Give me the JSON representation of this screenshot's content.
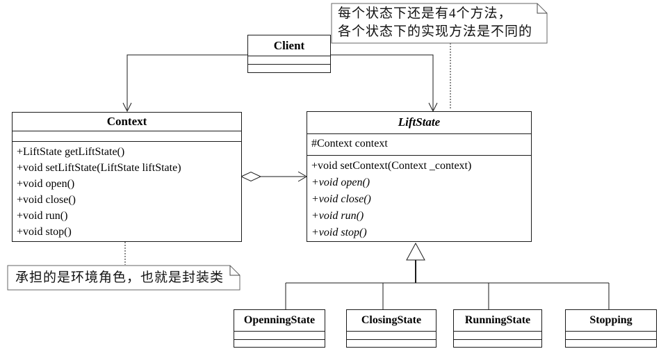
{
  "client": {
    "name": "Client"
  },
  "context": {
    "name": "Context",
    "methods": [
      "+LiftState getLiftState()",
      "+void setLiftState(LiftState liftState)",
      "+void open()",
      "+void close()",
      "+void run()",
      "+void stop()"
    ]
  },
  "liftstate": {
    "name": "LiftState",
    "attributes": [
      "#Context context"
    ],
    "methods": [
      {
        "text": "+void setContext(Context _context)",
        "italic": false
      },
      {
        "text": "+void open()",
        "italic": true
      },
      {
        "text": "+void close()",
        "italic": true
      },
      {
        "text": "+void run()",
        "italic": true
      },
      {
        "text": "+void stop()",
        "italic": true
      }
    ]
  },
  "subclasses": [
    {
      "name": "OpenningState"
    },
    {
      "name": "ClosingState"
    },
    {
      "name": "RunningState"
    },
    {
      "name": "Stopping"
    }
  ],
  "notes": {
    "top": {
      "line1": "每个状态下还是有4个方法，",
      "line2": "各个状态下的实现方法是不同的"
    },
    "bottom": {
      "text": "承担的是环境角色，也就是封装类"
    }
  },
  "relations": {
    "client_to_context": "association",
    "client_to_liftstate": "association",
    "context_to_liftstate": "aggregation",
    "subclasses_to_liftstate": "generalization"
  },
  "colors": {
    "line": "#1a1a1a",
    "note_border": "#666666",
    "background": "#ffffff"
  }
}
